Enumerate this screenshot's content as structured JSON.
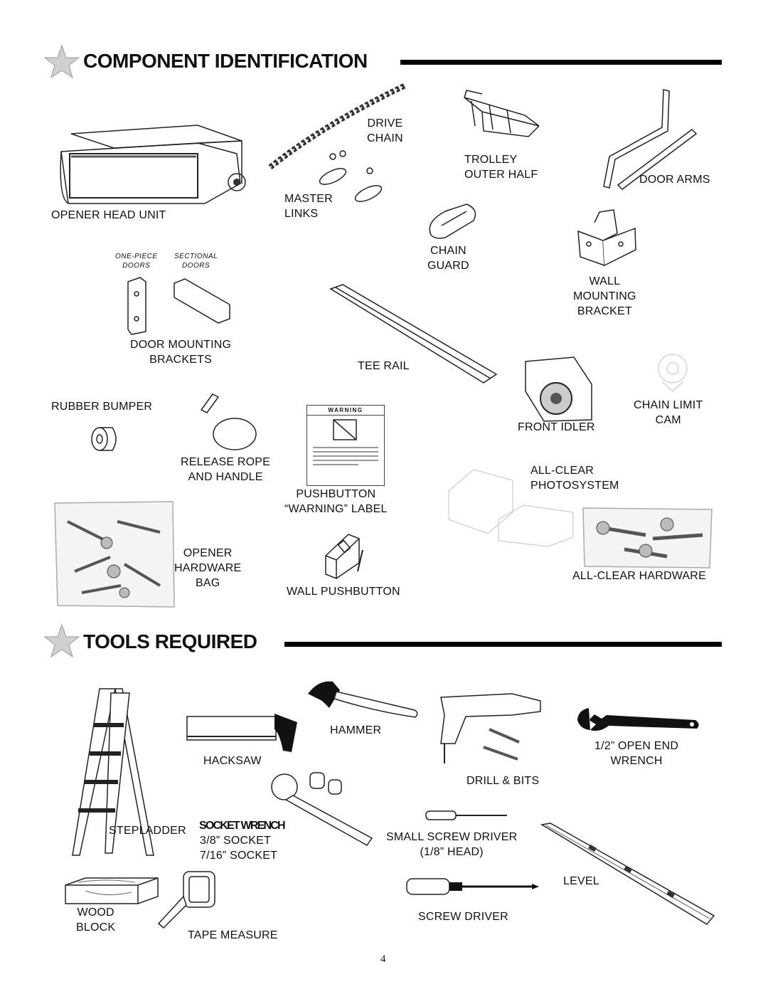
{
  "headings": {
    "component_identification": "COMPONENT IDENTIFICATION",
    "tools_required": "TOOLS REQUIRED"
  },
  "components": {
    "opener_head_unit": "OPENER HEAD UNIT",
    "drive_chain": "DRIVE\nCHAIN",
    "trolley_outer_half": "TROLLEY\nOUTER HALF",
    "door_arms": "DOOR ARMS",
    "master_links": "MASTER\nLINKS",
    "one_piece_doors": "ONE-PIECE\nDOORS",
    "sectional_doors": "SECTIONAL\nDOORS",
    "chain_guard": "CHAIN\nGUARD",
    "wall_mounting_bracket": "WALL\nMOUNTING\nBRACKET",
    "door_mounting_brackets": "DOOR MOUNTING\nBRACKETS",
    "tee_rail": "TEE RAIL",
    "rubber_bumper": "RUBBER BUMPER",
    "front_idler": "FRONT IDLER",
    "chain_limit_cam": "CHAIN LIMIT\nCAM",
    "release_rope_and_handle": "RELEASE ROPE\nAND HANDLE",
    "all_clear_photosystem": "ALL-CLEAR\nPHOTOSYSTEM",
    "pushbutton_warning_label": "PUSHBUTTON\n“WARNING” LABEL",
    "warning_label_title": "WARNING",
    "opener_hardware_bag": "OPENER\nHARDWARE\nBAG",
    "all_clear_hardware": "ALL-CLEAR HARDWARE",
    "wall_pushbutton": "WALL PUSHBUTTON"
  },
  "tools": {
    "hammer": "HAMMER",
    "half_open_end_wrench": "1/2” OPEN END\nWRENCH",
    "hacksaw": "HACKSAW",
    "drill_and_bits": "DRILL & BITS",
    "stepladder": "STEPLADDER",
    "socket_wrench": "SOCKET WRENCH",
    "sockets": "3/8” SOCKET\n7/16” SOCKET",
    "small_screw_driver": "SMALL SCREW DRIVER\n(1/8” HEAD)",
    "level": "LEVEL",
    "wood_block": "WOOD\nBLOCK",
    "screw_driver": "SCREW DRIVER",
    "tape_measure": "TAPE MEASURE"
  },
  "page_number": "4",
  "colors": {
    "rule": "#000000",
    "star": "#c8c8c8"
  },
  "icons": [
    "star-icon"
  ]
}
